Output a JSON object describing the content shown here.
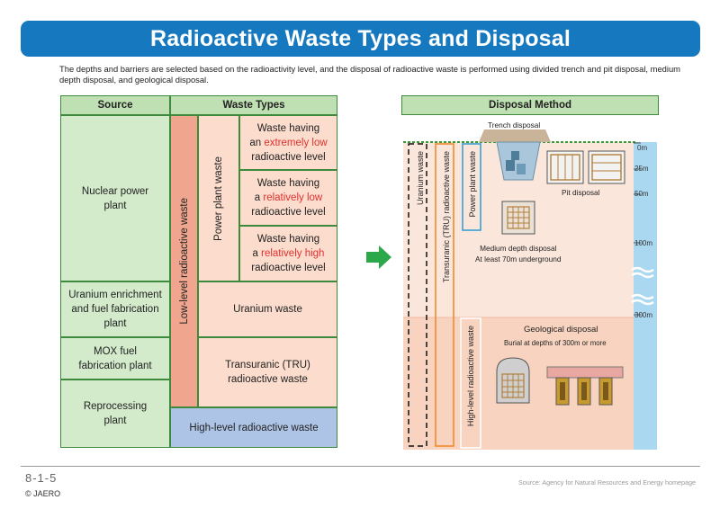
{
  "title": "Radioactive Waste Types and Disposal",
  "intro": "The depths and barriers are selected based on the radioactivity level, and the disposal of radioactive waste is performed using divided trench and pit disposal, medium depth disposal, and geological disposal.",
  "table": {
    "source_header": "Source",
    "types_header": "Waste Types",
    "sources": [
      "Nuclear power plant",
      "Uranium enrichment and fuel fabrication plant",
      "MOX fuel fabrication plant",
      "Reprocessing plant"
    ],
    "low_level_label": "Low-level radioactive waste",
    "power_plant_label": "Power plant waste",
    "levels": [
      {
        "pre": "Waste having",
        "mid_pre": "an ",
        "red": "extremely low",
        "post": "radioactive level"
      },
      {
        "pre": "Waste having",
        "mid_pre": "a ",
        "red": "relatively low",
        "post": "radioactive level"
      },
      {
        "pre": "Waste having",
        "mid_pre": "a ",
        "red": "relatively high",
        "post": "radioactive level"
      }
    ],
    "uranium_waste": "Uranium waste",
    "tru_line1": "Transuranic (TRU)",
    "tru_line2": "radioactive waste",
    "high_level": "High-level radioactive waste"
  },
  "disposal": {
    "header": "Disposal Method",
    "trench": "Trench disposal",
    "pit": "Pit disposal",
    "medium_line1": "Medium depth disposal",
    "medium_line2": "At least 70m underground",
    "geological": "Geological disposal",
    "burial": "Burial at depths of 300m or more",
    "bar_uranium": "Uranium waste",
    "bar_tru": "Transuranic (TRU) radioactive waste",
    "bar_power": "Power plant waste",
    "bar_high": "High-level radioactive waste",
    "depths": [
      "0m",
      "25m",
      "50m",
      "100m",
      "300m"
    ]
  },
  "footer": {
    "page": "8-1-5",
    "copyright": "© JAERO",
    "source": "Source: Agency for Natural Resources and Energy homepage"
  },
  "colors": {
    "title_bar": "#1679c0",
    "header_green": "#bfe0b2",
    "arrow_green": "#2aa84a",
    "highlight_red": "#e0312f"
  }
}
